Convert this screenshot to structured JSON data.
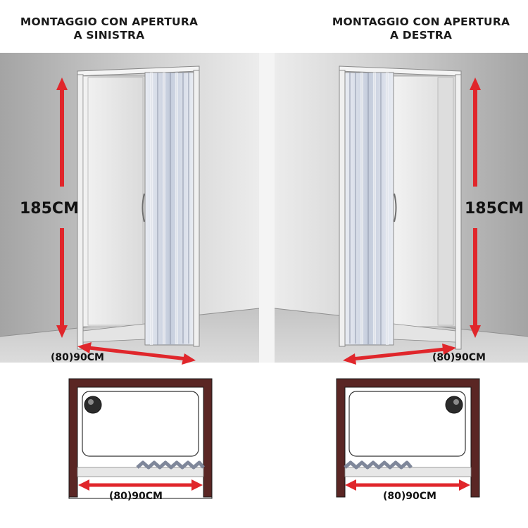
{
  "left": {
    "title_line1": "MONTAGGIO CON APERTURA",
    "title_line2": "A SINISTRA",
    "height_label": "185CM",
    "width_label": "(80)90CM",
    "plan_width_label": "(80)90CM"
  },
  "right": {
    "title_line1": "MONTAGGIO CON APERTURA",
    "title_line2": "A DESTRA",
    "height_label": "185CM",
    "width_label": "(80)90CM",
    "plan_width_label": "(80)90CM"
  },
  "colors": {
    "arrow": "#e0262b",
    "wall_frame": "#5a2624",
    "wall_shading": "#b8b8b8",
    "panel": "#cfd6e4"
  },
  "icons": [
    "drain-icon",
    "folding-door-icon",
    "dimension-arrow-icon"
  ]
}
